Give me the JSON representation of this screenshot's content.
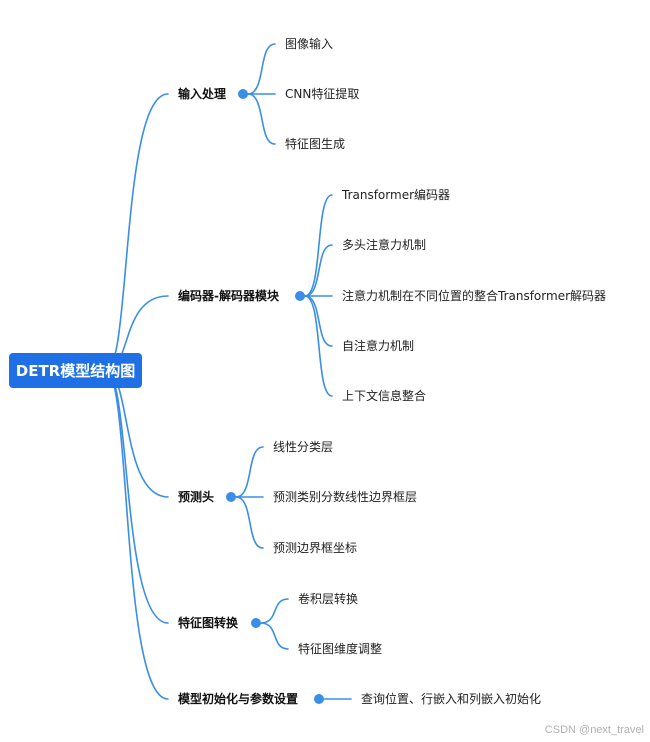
{
  "mindmap": {
    "root": "DETR模型结构图",
    "colors": {
      "line": "#3a8ee6",
      "dot": "#3a8ee6",
      "root_bg": "#1f6fe5"
    },
    "branches": [
      {
        "label": "输入处理",
        "children": [
          "图像输入",
          "CNN特征提取",
          "特征图生成"
        ]
      },
      {
        "label": "编码器-解码器模块",
        "children": [
          "Transformer编码器",
          "多头注意力机制",
          "注意力机制在不同位置的整合Transformer解码器",
          "自注意力机制",
          "上下文信息整合"
        ]
      },
      {
        "label": "预测头",
        "children": [
          "线性分类层",
          "预测类别分数线性边界框层",
          "预测边界框坐标"
        ]
      },
      {
        "label": "特征图转换",
        "children": [
          "卷积层转换",
          "特征图维度调整"
        ]
      },
      {
        "label": "模型初始化与参数设置",
        "children": [
          "查询位置、行嵌入和列嵌入初始化"
        ]
      }
    ]
  },
  "watermark": "CSDN @next_travel"
}
